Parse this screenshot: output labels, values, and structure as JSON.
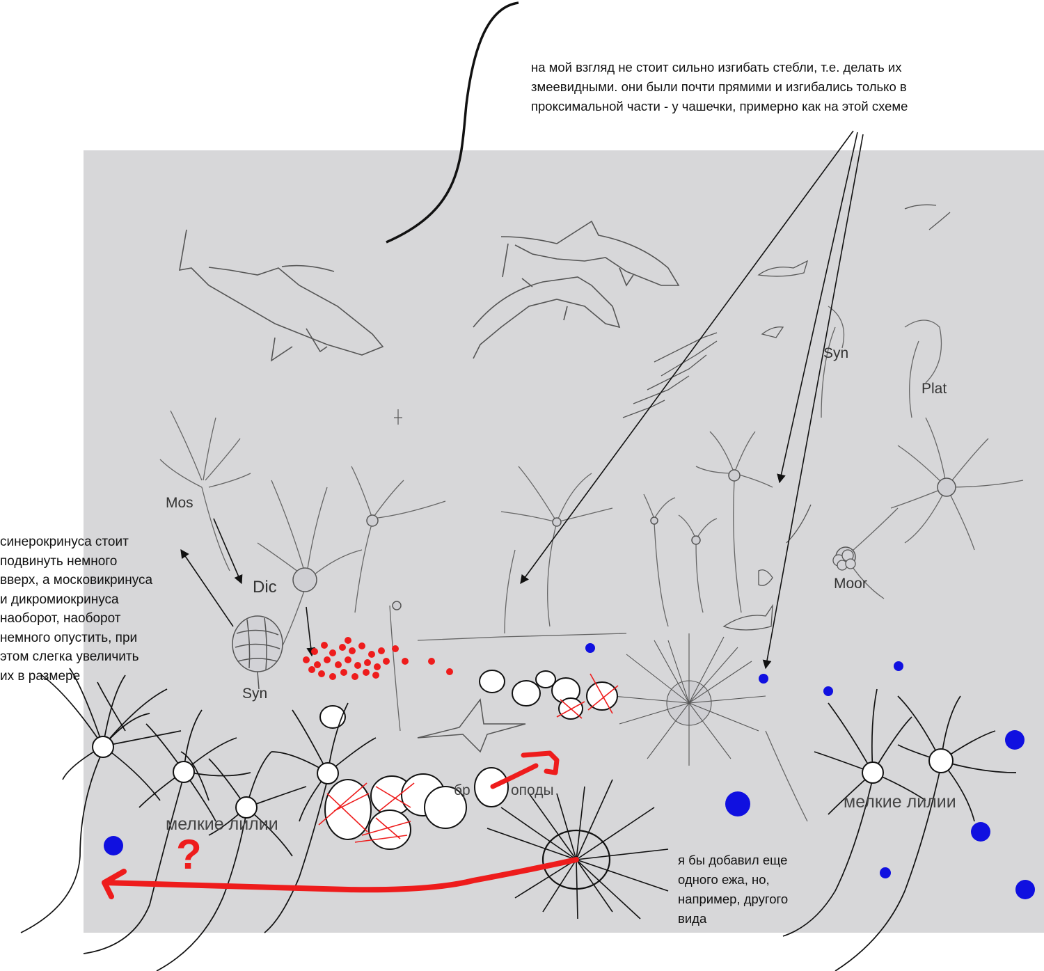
{
  "annotations": {
    "top_note": [
      "на мой взгляд не стоит сильно изгибать стебли, т.е. делать их",
      "змеевидными. они были почти прямими и изгибались только в",
      "проксимальной части - у чашечки, примерно как на этой схеме"
    ],
    "left_note": [
      "синерокринуса стоит",
      "подвинуть немного",
      "вверх, а московикринуса",
      "и дикромиокринуса",
      "наоборот, наоборот",
      "немного опустить, при",
      "этом слегка увеличить",
      "их в размере"
    ],
    "right_note": [
      "я бы добавил еще",
      "одного ежа, но,",
      "например, другого",
      "вида"
    ],
    "question_mark": "?"
  },
  "labels": {
    "mos": "Mos",
    "dic": "Dic",
    "syn_bottom": "Syn",
    "syn_top": "Syn",
    "plat": "Plat",
    "moor": "Moor",
    "small_lilies_left": "мелкие лилии",
    "small_lilies_right": "мелкие лилии",
    "brachiopods_partial": "бр",
    "brachiopods_partial_end": "оподы"
  },
  "colors": {
    "background_sheet": "#d7d7d9",
    "pencil": "#555555",
    "ink": "#111111",
    "red_mark": "#ee1c1c",
    "blue_dot": "#1010e0"
  }
}
